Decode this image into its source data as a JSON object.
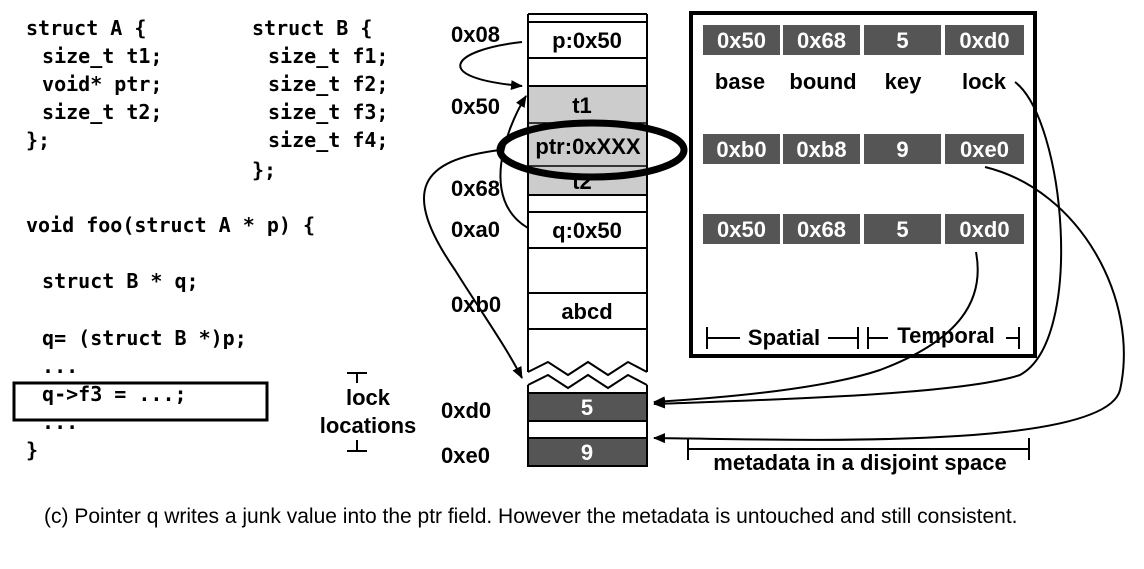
{
  "code": {
    "structA": [
      "struct A {",
      " size_t t1;",
      " void* ptr;",
      " size_t t2;",
      "};"
    ],
    "structB": [
      "struct B {",
      " size_t f1;",
      " size_t f2;",
      " size_t f3;",
      " size_t f4;",
      "};"
    ],
    "foo": [
      "void foo(struct A * p) {",
      " struct B * q;",
      " q= (struct B *)p;",
      " ...",
      " q->f3 = ...;",
      " ...",
      "}"
    ]
  },
  "addresses": {
    "a08": "0x08",
    "a50": "0x50",
    "a68": "0x68",
    "aa0": "0xa0",
    "ab0": "0xb0",
    "ad0": "0xd0",
    "ae0": "0xe0"
  },
  "memory": {
    "p": "p:0x50",
    "t1": "t1",
    "ptr": "ptr:0xXXX",
    "t2": "t2",
    "q": "q:0x50",
    "abcd": "abcd",
    "lock5": "5",
    "lock9": "9"
  },
  "lock_locations_label": [
    "lock",
    "locations"
  ],
  "metadata": {
    "rows": [
      [
        "0x50",
        "0x68",
        "5",
        "0xd0"
      ],
      [
        "0xb0",
        "0xb8",
        "9",
        "0xe0"
      ],
      [
        "0x50",
        "0x68",
        "5",
        "0xd0"
      ]
    ],
    "headers": [
      "base",
      "bound",
      "key",
      "lock"
    ],
    "spatial_label": "Spatial",
    "temporal_label": "Temporal",
    "disjoint_label": "metadata in a disjoint space"
  },
  "caption": "(c) Pointer q writes a junk value into the ptr field. However the metadata is untouched and still consistent.",
  "colors": {
    "cell_dark": "#555555",
    "cell_gray": "#cccccc",
    "line": "#000000"
  }
}
